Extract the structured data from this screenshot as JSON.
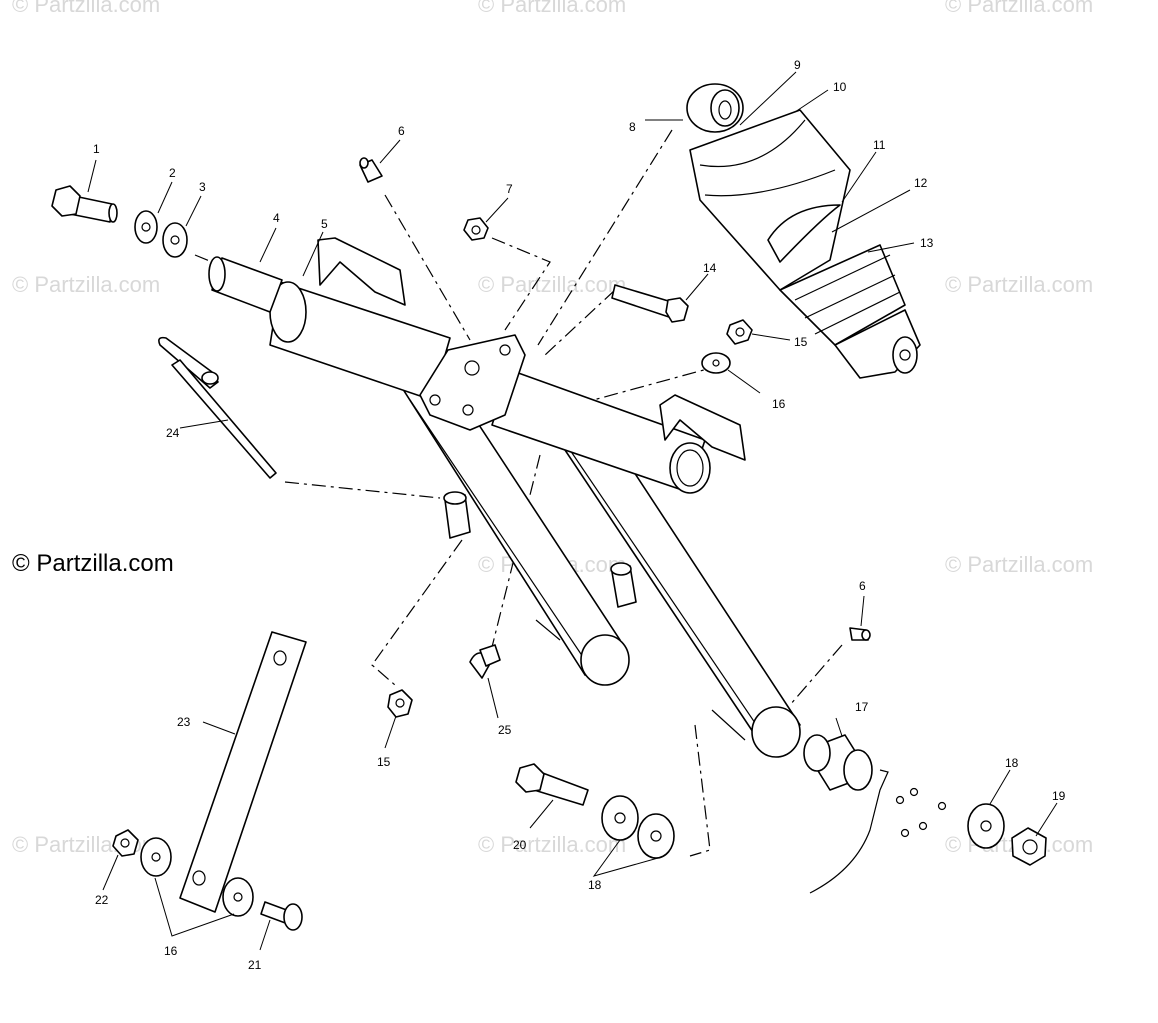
{
  "watermark": {
    "text": "© Partzilla.com",
    "main_text": "© Partzilla.com"
  },
  "callouts": [
    {
      "id": "c1",
      "label": "1"
    },
    {
      "id": "c2",
      "label": "2"
    },
    {
      "id": "c3",
      "label": "3"
    },
    {
      "id": "c4",
      "label": "4"
    },
    {
      "id": "c5",
      "label": "5"
    },
    {
      "id": "c6a",
      "label": "6"
    },
    {
      "id": "c6b",
      "label": "6"
    },
    {
      "id": "c7",
      "label": "7"
    },
    {
      "id": "c8",
      "label": "8"
    },
    {
      "id": "c9",
      "label": "9"
    },
    {
      "id": "c10",
      "label": "10"
    },
    {
      "id": "c11",
      "label": "11"
    },
    {
      "id": "c12",
      "label": "12"
    },
    {
      "id": "c13",
      "label": "13"
    },
    {
      "id": "c14",
      "label": "14"
    },
    {
      "id": "c15a",
      "label": "15"
    },
    {
      "id": "c15b",
      "label": "15"
    },
    {
      "id": "c16a",
      "label": "16"
    },
    {
      "id": "c16b",
      "label": "16"
    },
    {
      "id": "c17",
      "label": "17"
    },
    {
      "id": "c18a",
      "label": "18"
    },
    {
      "id": "c18b",
      "label": "18"
    },
    {
      "id": "c19",
      "label": "19"
    },
    {
      "id": "c20",
      "label": "20"
    },
    {
      "id": "c21",
      "label": "21"
    },
    {
      "id": "c22",
      "label": "22"
    },
    {
      "id": "c23",
      "label": "23"
    },
    {
      "id": "c24",
      "label": "24"
    },
    {
      "id": "c25",
      "label": "25"
    }
  ]
}
